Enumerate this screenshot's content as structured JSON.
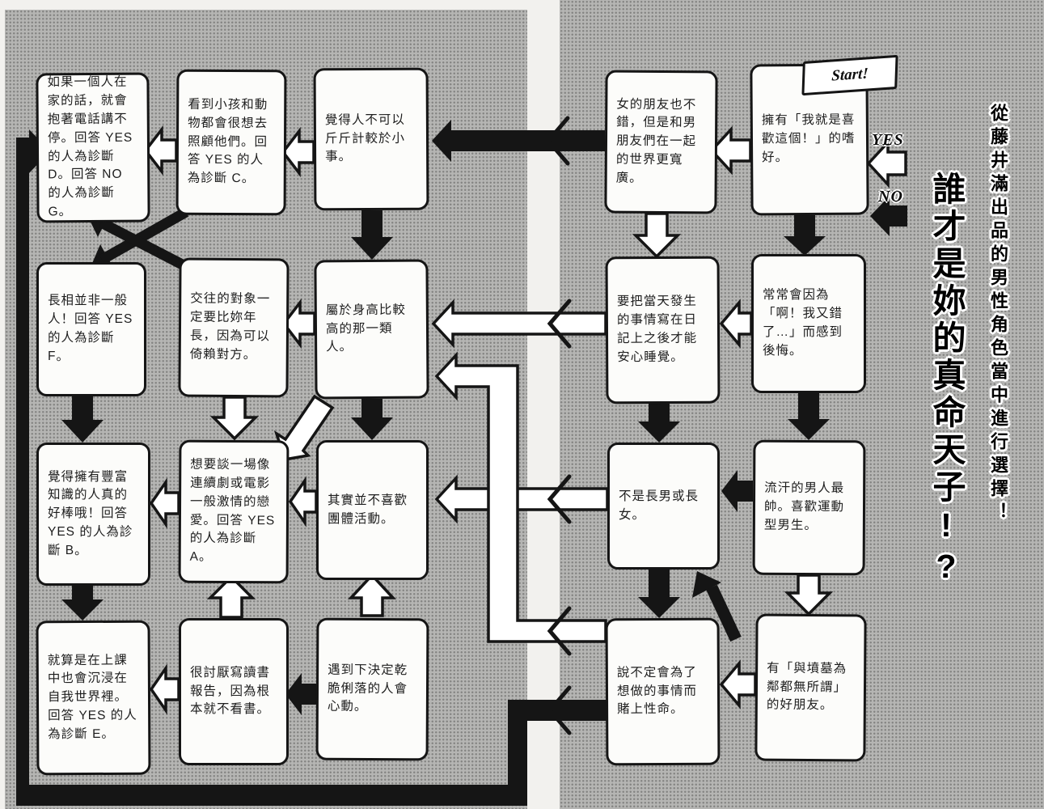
{
  "titles": {
    "main": "誰才是妳的真命天子!?",
    "subtitle": "從藤井滿出品的男性角色當中進行選擇！"
  },
  "legend": {
    "start": "Start!",
    "yes": "YES",
    "no": "NO"
  },
  "colors": {
    "ink": "#151515",
    "paper": "#fcfcfa",
    "halftone": "#b5b5b3"
  },
  "right_page": {
    "boxes": [
      {
        "id": "friends",
        "text": "女的朋友也不錯，但是和男朋友們在一起的世界更寬廣。"
      },
      {
        "id": "start",
        "text": "擁有「我就是喜歡這個！」的嗜好。"
      },
      {
        "id": "diary",
        "text": "要把當天發生的事情寫在日記上之後才能安心睡覺。"
      },
      {
        "id": "regret",
        "text": "常常會因為「啊！我又錯了…」而感到後悔。"
      },
      {
        "id": "eldest",
        "text": "不是長男或長女。"
      },
      {
        "id": "sweat",
        "text": "流汗的男人最帥。喜歡運動型男生。"
      },
      {
        "id": "risk",
        "text": "說不定會為了想做的事情而賭上性命。"
      },
      {
        "id": "grave",
        "text": "有「與墳墓為鄰都無所謂」的好朋友。"
      }
    ]
  },
  "left_page": {
    "boxes": [
      {
        "id": "phone",
        "text": "如果一個人在家的話，就會抱著電話講不停。回答 YES 的人為診斷 D。回答 NO 的人為診斷 G。"
      },
      {
        "id": "children",
        "text": "看到小孩和動物都會很想去照顧他們。回答 YES 的人為診斷 C。"
      },
      {
        "id": "trifles",
        "text": "覺得人不可以斤斤計較於小事。"
      },
      {
        "id": "looks",
        "text": "長相並非一般人！回答 YES 的人為診斷 F。"
      },
      {
        "id": "older",
        "text": "交往的對象一定要比妳年長，因為可以倚賴對方。"
      },
      {
        "id": "tall",
        "text": "屬於身高比較高的那一類人。"
      },
      {
        "id": "knowledge",
        "text": "覺得擁有豐富知識的人真的好棒哦！回答 YES 的人為診斷 B。"
      },
      {
        "id": "drama",
        "text": "想要談一場像連續劇或電影一般激情的戀愛。回答 YES 的人為診斷 A。"
      },
      {
        "id": "groups",
        "text": "其實並不喜歡團體活動。"
      },
      {
        "id": "daydream",
        "text": "就算是在上課中也會沉浸在自我世界裡。回答 YES 的人為診斷 E。"
      },
      {
        "id": "reports",
        "text": "很討厭寫讀書報告，因為根本就不看書。"
      },
      {
        "id": "decisive",
        "text": "遇到下決定乾脆俐落的人會心動。"
      }
    ]
  }
}
